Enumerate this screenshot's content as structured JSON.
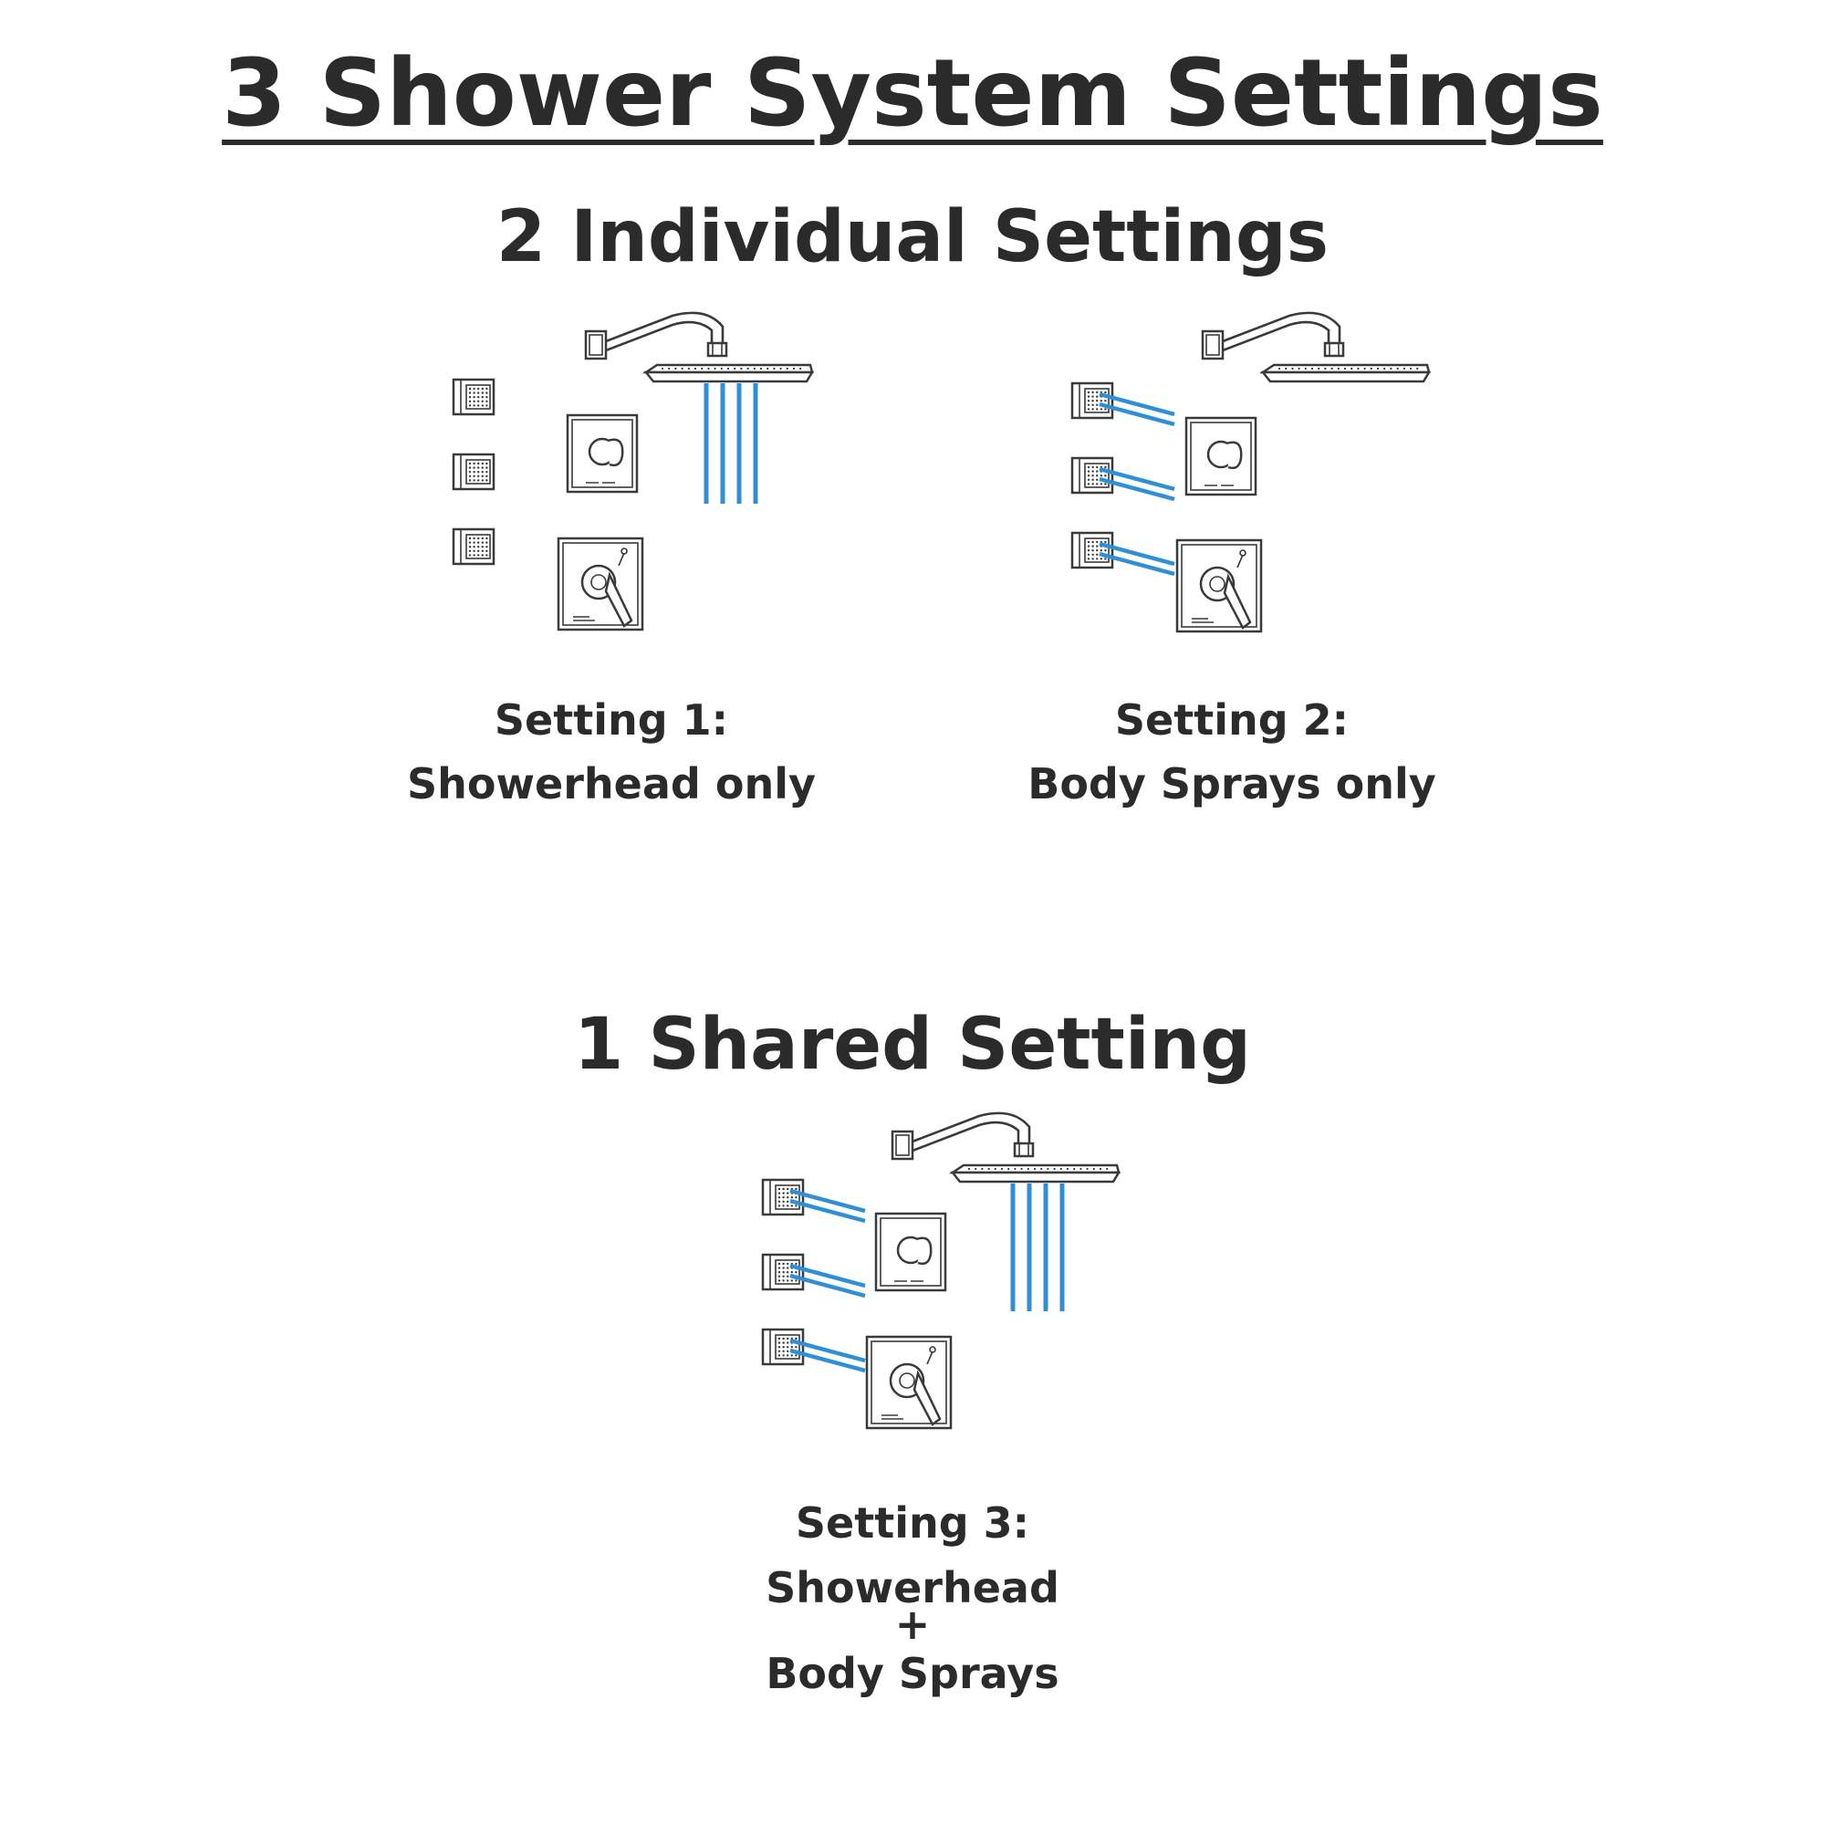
{
  "title": "3 Shower System Settings",
  "individual_heading": "2 Individual Settings",
  "shared_heading": "1 Shared Setting",
  "settings": [
    {
      "label": "Setting 1:",
      "lines": [
        "Showerhead only"
      ],
      "showerhead_on": true,
      "body_sprays_on": false
    },
    {
      "label": "Setting 2:",
      "lines": [
        "Body Sprays only"
      ],
      "showerhead_on": false,
      "body_sprays_on": true
    },
    {
      "label": "Setting 3:",
      "lines": [
        "Showerhead",
        "+",
        "Body Sprays"
      ],
      "showerhead_on": true,
      "body_sprays_on": true
    }
  ],
  "colors": {
    "water": "#2f8fd6",
    "text": "#2b2b2b",
    "line": "#3a3a3a"
  }
}
